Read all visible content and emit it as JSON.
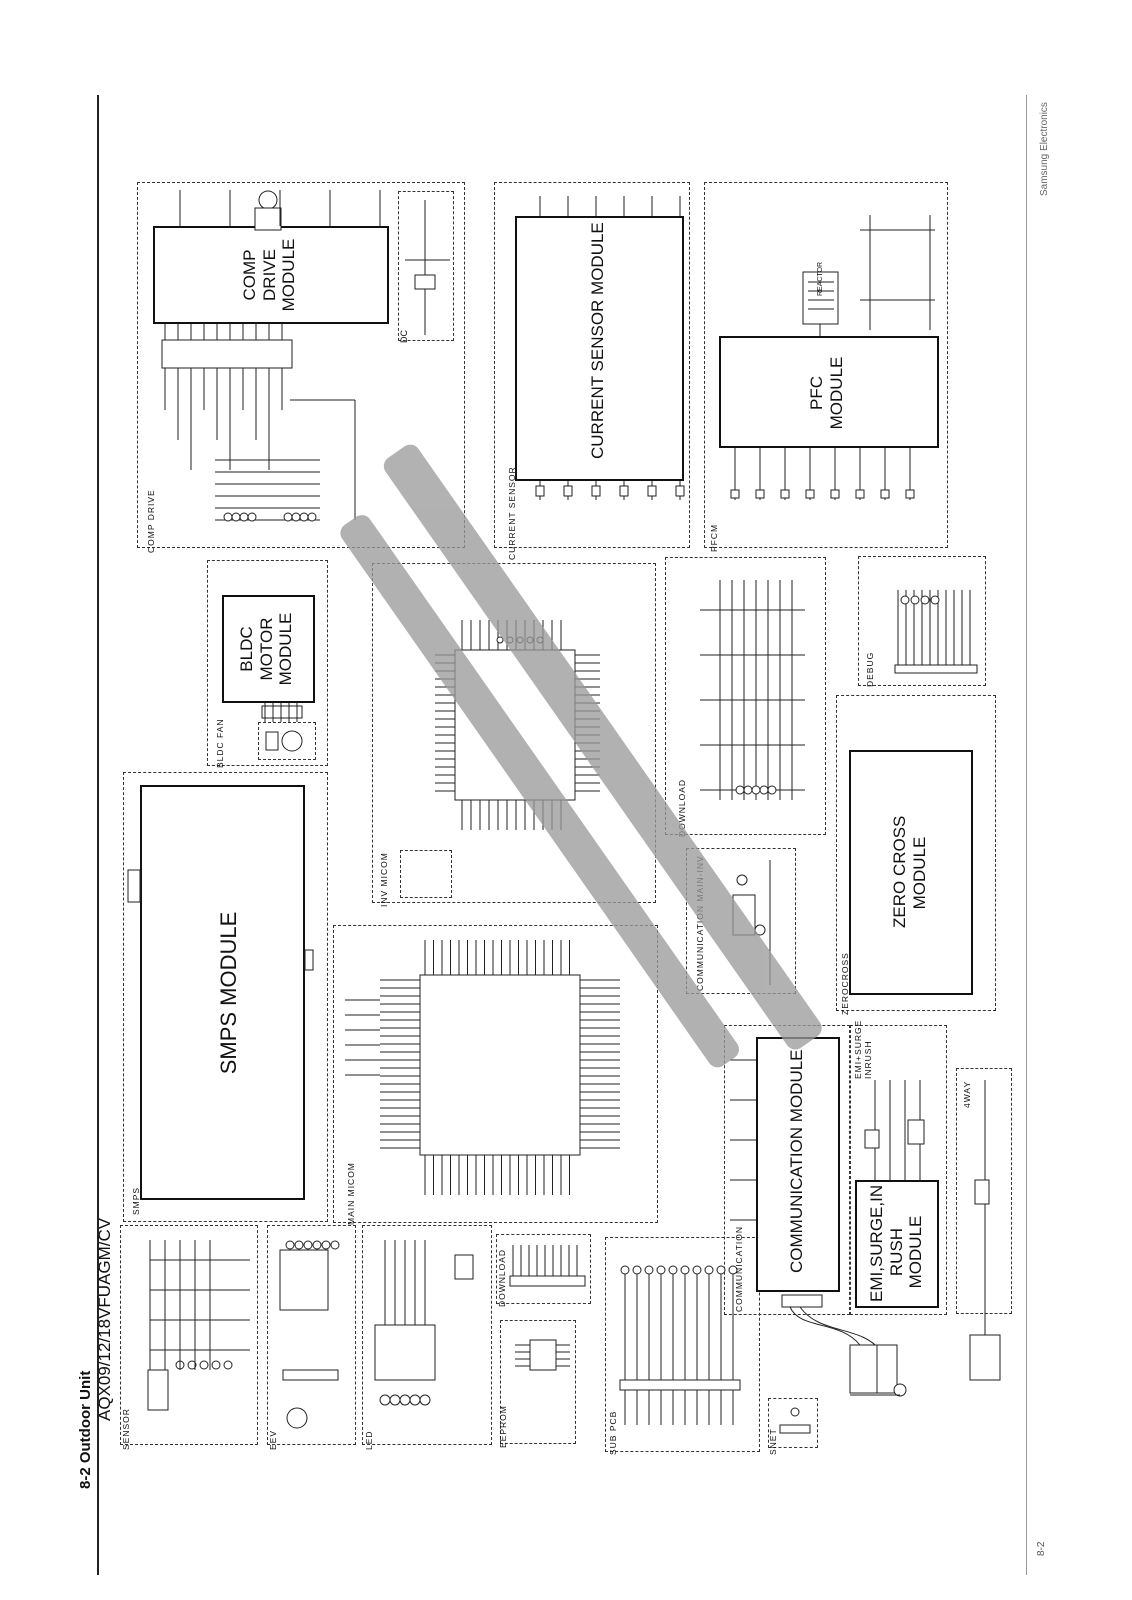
{
  "brand": "Samsung Electronics",
  "section_title": "8-2 Outdoor Unit",
  "model": "AQX09/12/18VFUAGM/CV",
  "page_number": "8-2",
  "modules": {
    "comp_drive": [
      "COMP",
      "DRIVE",
      "MODULE"
    ],
    "dc": "DC",
    "current_sensor": "CURRENT SENSOR MODULE",
    "reactor": "REACTOR",
    "pfc": [
      "PFC",
      "MODULE"
    ],
    "bldc_motor": [
      "BLDC",
      "MOTOR",
      "MODULE"
    ],
    "smps": "SMPS MODULE",
    "zero_cross": [
      "ZERO CROSS",
      "MODULE"
    ],
    "communication": "COMMUNICATION MODULE",
    "emi": [
      "EMI,SURGE,IN",
      "RUSH",
      "MODULE"
    ]
  },
  "section_labels": {
    "comp_drive": "COMP DRIVE",
    "current_sensor": "CURRENT SENSOR",
    "pfcm": "PFCM",
    "bldc_fan": "BLDC FAN",
    "inv_micom": "INV MICOM",
    "download_top": "DOWNLOAD",
    "debug": "DEBUG",
    "smps": "SMPS",
    "main_micom": "MAIN MICOM",
    "comm_main_inv": "COMMUNICATION MAIN-INV",
    "zero_cross": "ZEROCROSS",
    "communication": "COMMUNICATION",
    "emi_surge": [
      "EMI+SURGE",
      "INRUSH"
    ],
    "four_way": "4WAY",
    "sensor": "SENSOR",
    "eev": "EEV",
    "led": "LED",
    "download_bottom": "DOWNLOAD",
    "eeprom": "EEPROM",
    "sub_pcb": "SUB PCB",
    "snet": "SNET"
  }
}
